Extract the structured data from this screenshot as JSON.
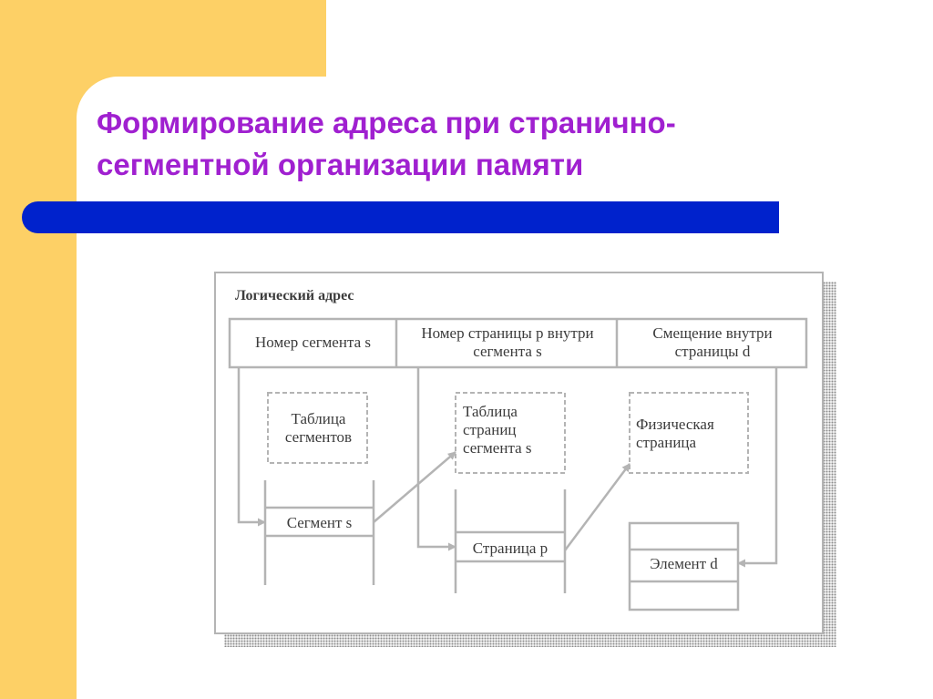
{
  "slide": {
    "title_line1": "Формирование адреса при странично-",
    "title_line2": "сегментной организации памяти"
  },
  "diagram": {
    "heading": "Логический адрес",
    "fields": {
      "segment_number": "Номер сегмента s",
      "page_number": "Номер страницы p внутри сегмента s",
      "offset": "Смещение внутри страницы d"
    },
    "boxes": {
      "segment_table": "Таблица сегментов",
      "page_table": "Таблица страниц сегмента s",
      "physical_page": "Физическая страница"
    },
    "entries": {
      "segment": "Сегмент s",
      "page": "Страница p",
      "element": "Элемент d"
    }
  },
  "colors": {
    "accent_yellow": "#fdd066",
    "title_purple": "#a020d0",
    "bar_blue": "#0022cc",
    "diagram_gray": "#b4b4b4",
    "diagram_text": "#3c3c3c"
  }
}
